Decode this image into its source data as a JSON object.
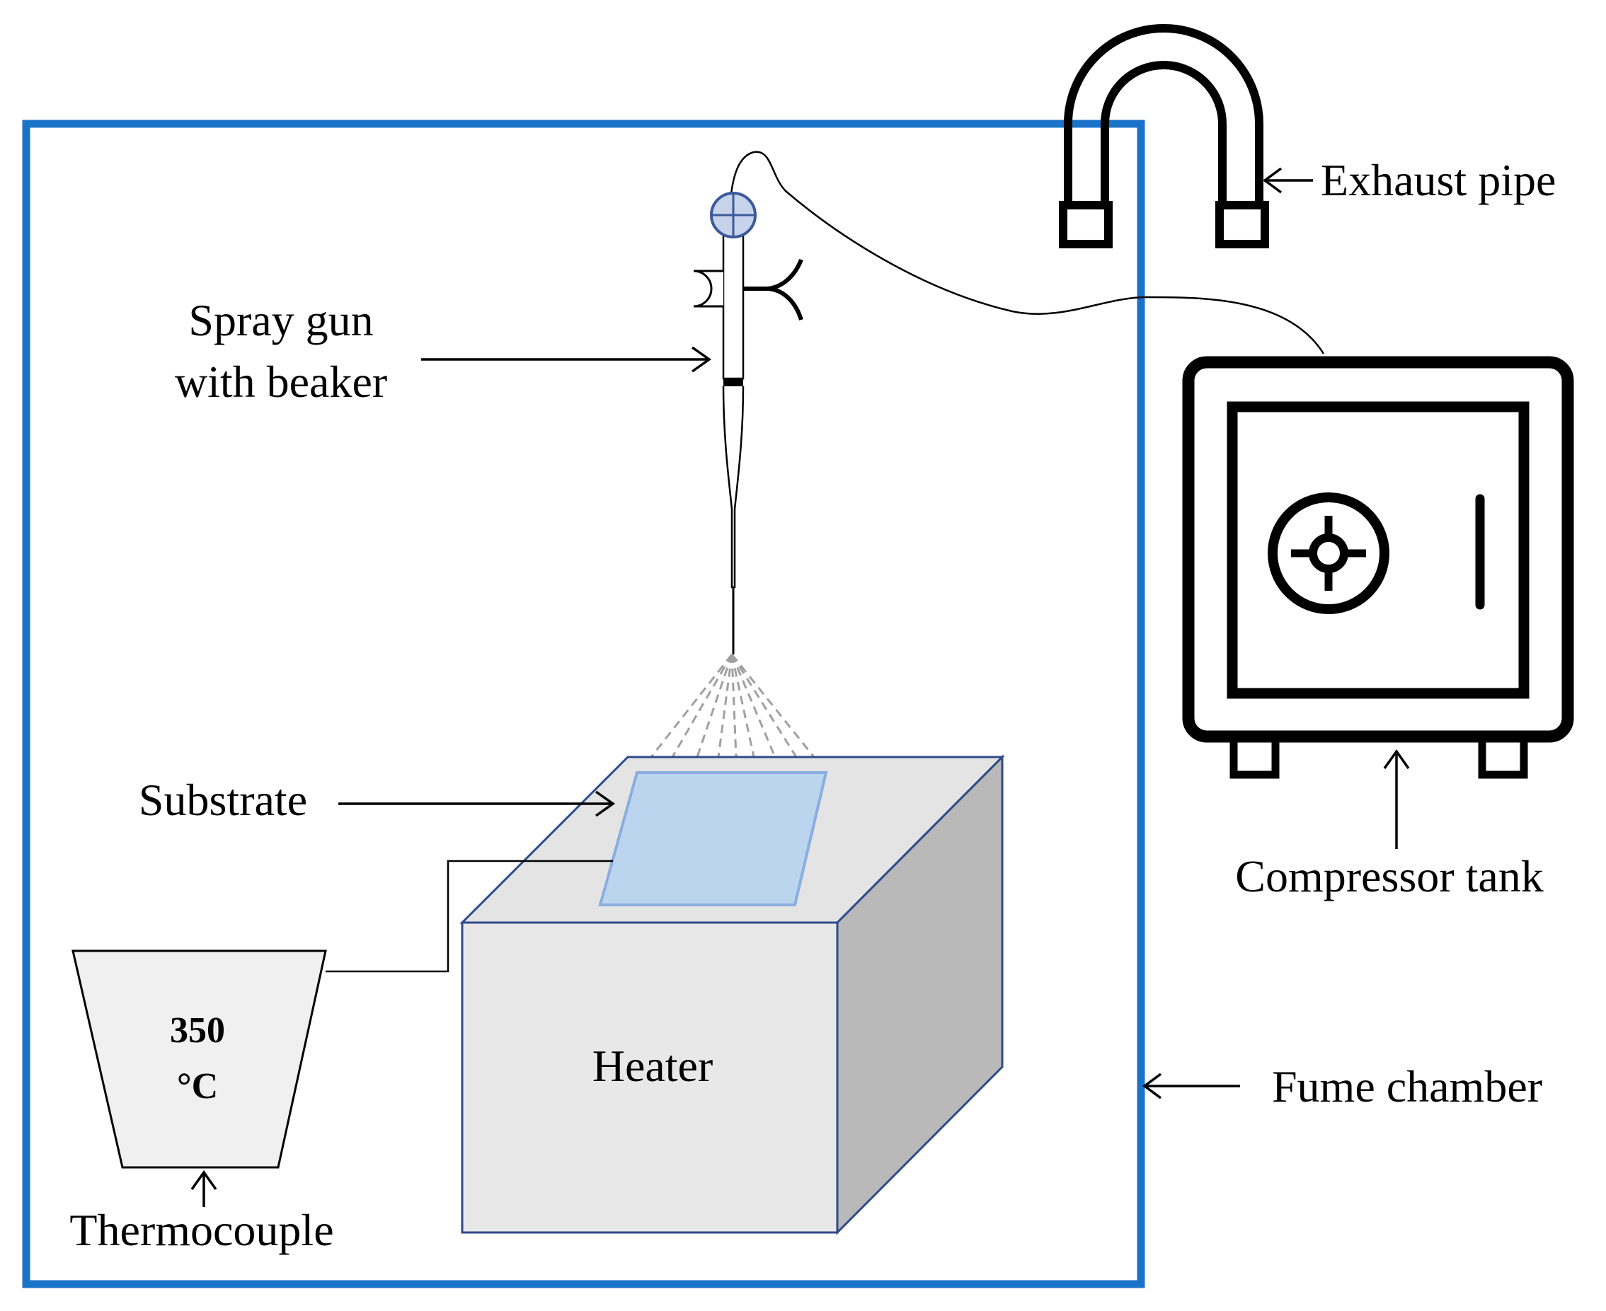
{
  "labels": {
    "exhaust_pipe": "Exhaust pipe",
    "spray_gun_line1": "Spray gun",
    "spray_gun_line2": "with beaker",
    "compressor_tank": "Compressor  tank",
    "substrate": "Substrate",
    "heater": "Heater",
    "fume_chamber": "Fume chamber",
    "thermocouple": "Thermocouple",
    "temperature_value": "350",
    "temperature_unit": "°C"
  },
  "colors": {
    "chamber_border": "#1a73c9",
    "substrate_fill": "#bcd5ef",
    "substrate_stroke": "#8aaee0",
    "heater_front": "#e8e8e8",
    "heater_top": "#e4e4e4",
    "heater_side": "#b9b9b9",
    "heater_stroke": "#2f4a8a",
    "spray_dash": "#a0a0a0",
    "knob_fill": "#c6d3ea",
    "knob_stroke": "#3c5a9a"
  }
}
